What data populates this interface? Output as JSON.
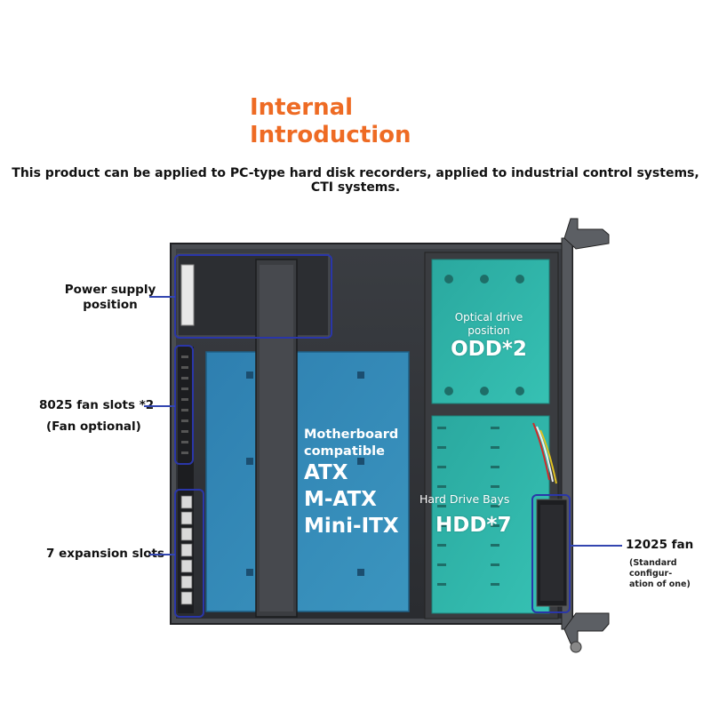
{
  "header": {
    "title_line1": "Internal",
    "title_line2": "Introduction",
    "subtitle": "This product can be applied to PC-type hard disk recorders, applied to industrial control systems, CTI systems."
  },
  "callouts": {
    "power_supply": {
      "line1": "Power supply",
      "line2": "position"
    },
    "fan_8025": {
      "line1": "8025 fan slots *2",
      "line2": "(Fan optional)"
    },
    "expansion": {
      "label": "7 expansion slots"
    },
    "fan_12025": {
      "label": "12025 fan",
      "note1": "(Standard configur-",
      "note2": "ation of one)"
    }
  },
  "chassis": {
    "motherboard": {
      "caption1": "Motherboard",
      "caption2": "compatible",
      "form1": "ATX",
      "form2": "M-ATX",
      "form3": "Mini-ITX"
    },
    "optical": {
      "caption1": "Optical drive",
      "caption2": "position",
      "value": "ODD*2"
    },
    "hdd": {
      "caption": "Hard Drive Bays",
      "value": "HDD*7"
    }
  },
  "colors": {
    "accent": "#ee6b24",
    "callout_line": "#2a36a8",
    "motherboard": "#2f86b2",
    "drive_bays": "#2bb6aa"
  }
}
